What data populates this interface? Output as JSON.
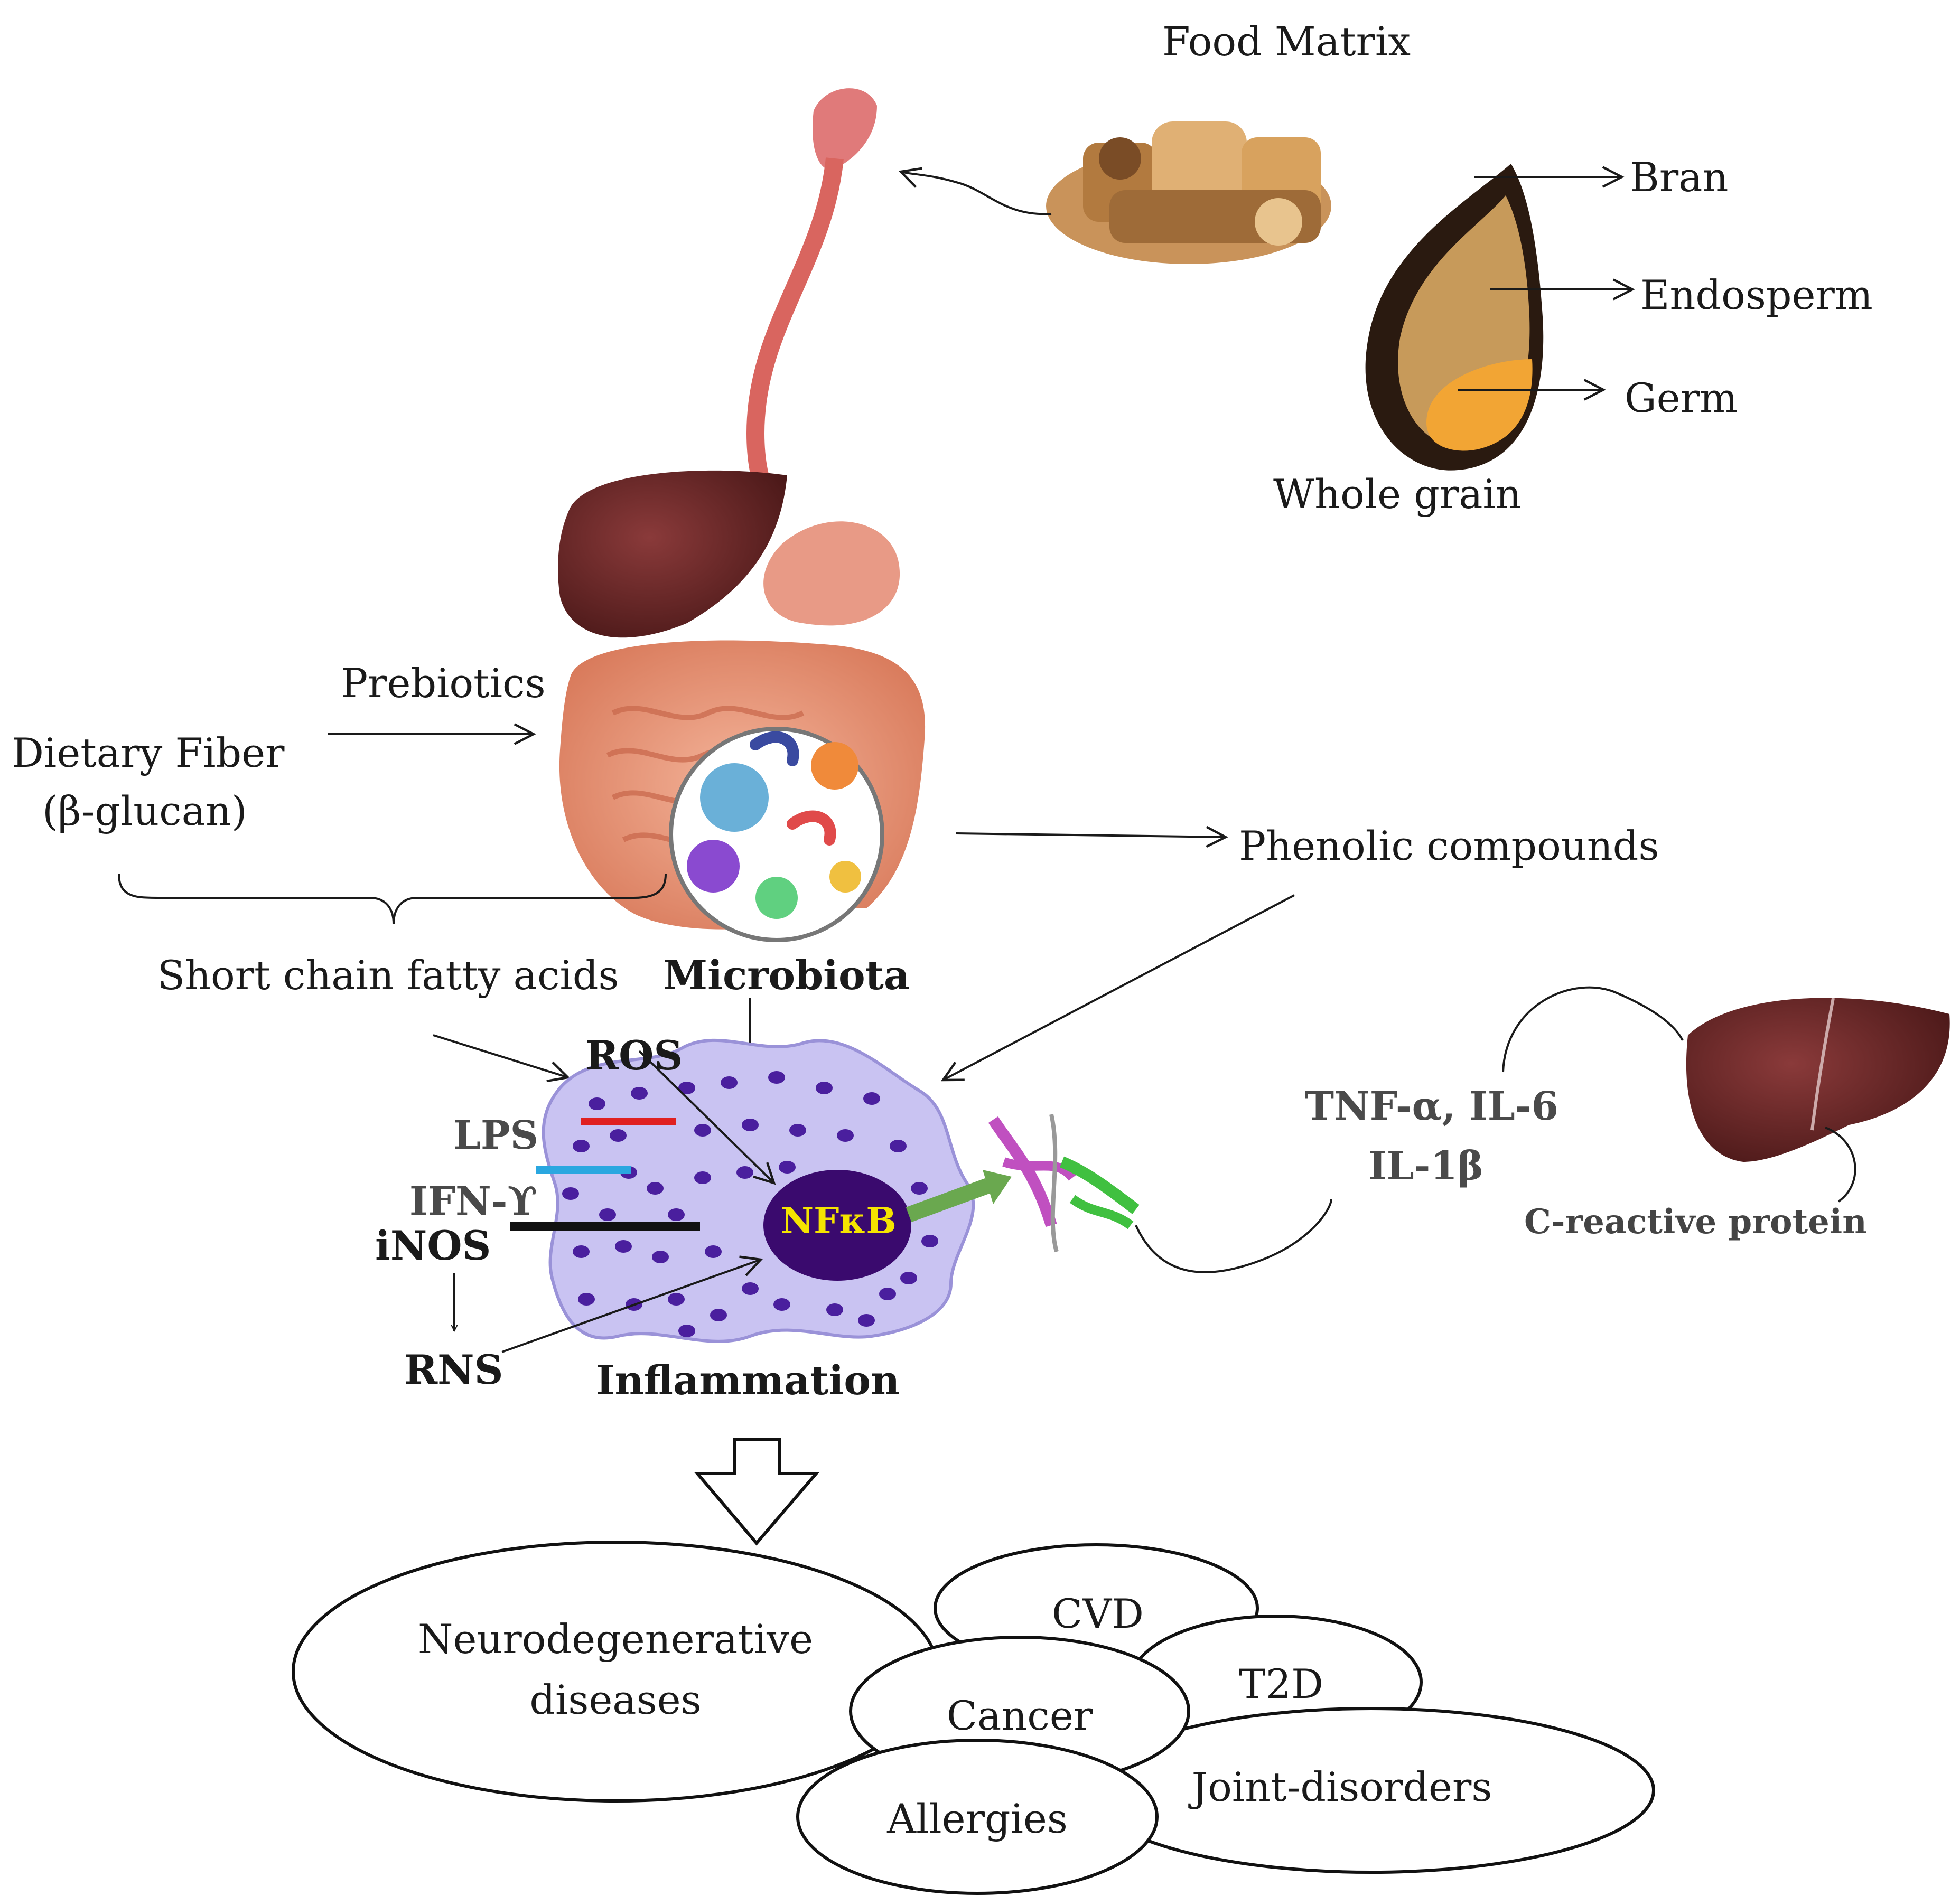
{
  "labels": {
    "food_matrix": "Food Matrix",
    "bran": "Bran",
    "endosperm": "Endosperm",
    "germ": "Germ",
    "whole_grain": "Whole grain",
    "prebiotics": "Prebiotics",
    "dietary_fiber_line1": "Dietary Fiber",
    "dietary_fiber_line2": "(β-glucan)",
    "phenolic": "Phenolic compounds",
    "scfa": "Short chain fatty acids",
    "microbiota": "Microbiota",
    "ros": "ROS",
    "lps": "LPS",
    "ifn": "IFN-ϒ",
    "inos": "iNOS",
    "rns": "RNS",
    "nfkb": "NFκB",
    "inflammation": "Inflammation",
    "tnf_line1": "TNF-α, IL-6",
    "tnf_line2": "IL-1β",
    "crp": "C-reactive protein"
  },
  "diseases": {
    "neuro_line1": "Neurodegenerative",
    "neuro_line2": "diseases",
    "cvd": "CVD",
    "t2d": "T2D",
    "cancer": "Cancer",
    "joint": "Joint-disorders",
    "allergies": "Allergies"
  },
  "colors": {
    "cell_fill": "#c9c3f2",
    "granule": "#4a1f9e",
    "nucleus": "#3a0a6e",
    "nfkb_text": "#f5e400",
    "ros_bar": "#e02020",
    "lps_bar": "#2aa7e0",
    "ifn_bar": "#111111",
    "green_arrow": "#6aa84f",
    "liver": "#6b2a2a",
    "grain_shell": "#2a1a10",
    "endosperm": "#c79a5a",
    "germ": "#f2a534"
  }
}
